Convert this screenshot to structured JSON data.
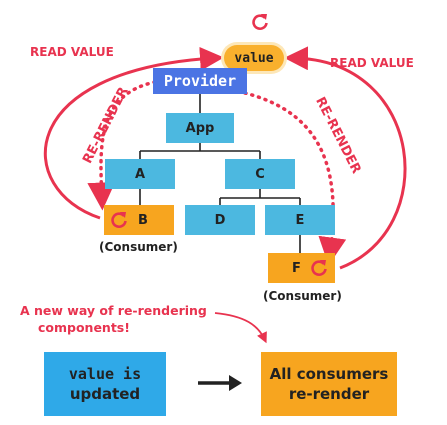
{
  "tree": {
    "value": "value",
    "provider": "Provider",
    "app": "App",
    "a": "A",
    "c": "C",
    "b": "B",
    "d": "D",
    "e": "E",
    "f": "F",
    "consumer_b": "(Consumer)",
    "consumer_f": "(Consumer)"
  },
  "labels": {
    "read_value_left": "READ VALUE",
    "read_value_right": "READ VALUE",
    "rerender_left": "RE-RENDER",
    "rerender_right": "RE-RENDER"
  },
  "note": {
    "line1": "A new way of re-rendering",
    "line2": "components!"
  },
  "flow": {
    "left_line1": "value is",
    "left_line2": "updated",
    "right_line1": "All consumers",
    "right_line2": "re-render"
  },
  "colors": {
    "accent_red": "#e8334f",
    "component_blue": "#4cb8e0",
    "provider_blue": "#4b74e4",
    "consumer_orange": "#f7a51f"
  },
  "icons": [
    "refresh-icon",
    "arrow-right-icon"
  ]
}
